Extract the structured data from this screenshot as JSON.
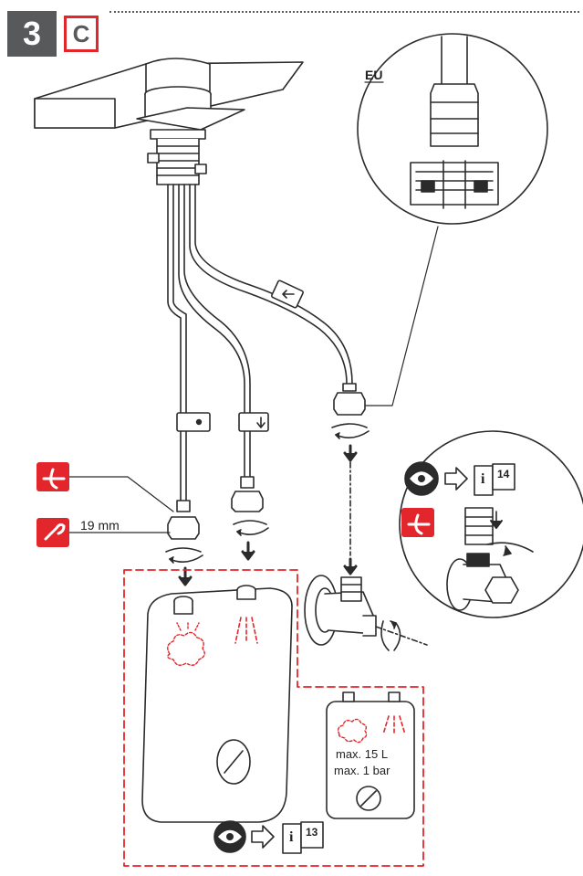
{
  "step": {
    "number": "3",
    "variant": "C"
  },
  "detail_region_label": "EU",
  "wrench_size_label": "19 mm",
  "info_page_top": "14",
  "info_page_bottom": "13",
  "info_glyph": "i",
  "tank_label_volume": "max. 15 L",
  "tank_label_pressure": "max. 1 bar",
  "icons": [
    "no-sealant-icon",
    "wrench-icon",
    "eye-icon",
    "info-booklet-icon",
    "steam-icon",
    "flow-icon",
    "arrow-right-icon"
  ],
  "colors": {
    "accent": "#e3262b",
    "ink": "#2b2b2b",
    "grey": "#58595b"
  }
}
